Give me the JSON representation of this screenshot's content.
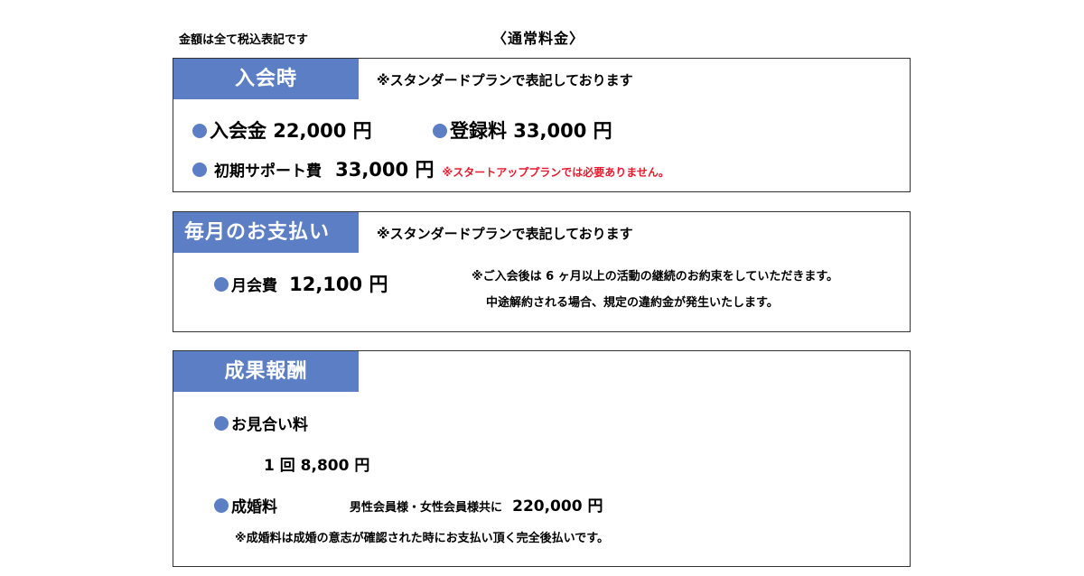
{
  "header": {
    "tax_note": "金額は全て税込表記です",
    "title": "〈通常料金〉"
  },
  "enrollment": {
    "label": "入会時",
    "plan_note": "※スタンダードプランで表記しております",
    "admission_fee": "入会金 22,000 円",
    "registration_fee": "登録料 33,000 円",
    "initial_support_label": "初期サポート費",
    "initial_support_value": "33,000 円",
    "startup_note": "※スタートアッププランでは必要ありません。"
  },
  "monthly": {
    "label": "毎月のお支払い",
    "plan_note": "※スタンダードプランで表記しております",
    "monthly_fee_label": "月会費",
    "monthly_fee_value": "12,100 円",
    "contract_note_1": "※ご入会後は 6 ヶ月以上の活動の継続のお約束をしていただきます。",
    "contract_note_2": "中途解約される場合、規定の違約金が発生いたします。"
  },
  "success": {
    "label": "成果報酬",
    "meeting_label": "お見合い料",
    "meeting_value": "1 回 8,800 円",
    "marriage_label": "成婚料",
    "marriage_target": "男性会員様・女性会員様共に",
    "marriage_value": "220,000 円",
    "marriage_note": "※成婚料は成婚の意志が確認された時にお支払い頂く完全後払いです。"
  },
  "colors": {
    "accent": "#5b7ec4",
    "warning": "#e8192c"
  },
  "icons": {
    "bullet": "circle-bullet-icon"
  }
}
